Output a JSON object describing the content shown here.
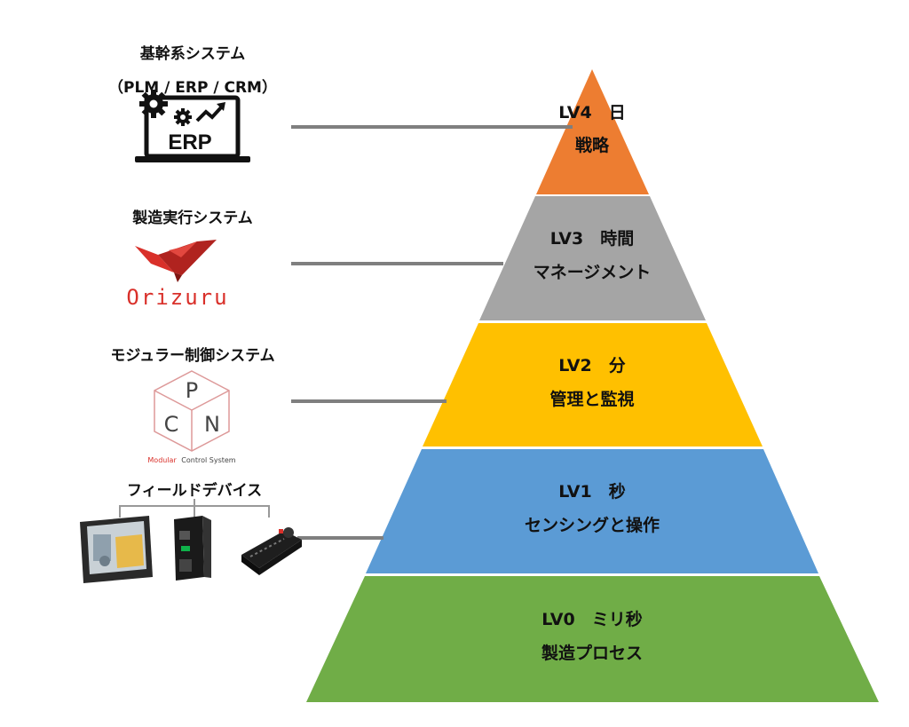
{
  "colors": {
    "lv4": "#ED7D31",
    "lv3": "#A5A5A5",
    "lv2": "#FFC000",
    "lv1": "#5B9BD5",
    "lv0": "#70AD47",
    "connector": "#7F7F7F",
    "orizuru_red": "#D9302A"
  },
  "levels": [
    {
      "line1": "LV4　日",
      "line2": "戦略"
    },
    {
      "line1": "LV3　時間",
      "line2": "マネージメント"
    },
    {
      "line1": "LV2　分",
      "line2": "管理と監視"
    },
    {
      "line1": "LV1　秒",
      "line2": "センシングと操作"
    },
    {
      "line1": "LV0　ミリ秒",
      "line2": "製造プロセス"
    }
  ],
  "systems": [
    {
      "title": "基幹系システム",
      "subtitle": "（PLM / ERP / CRM）",
      "logo_text": "ERP",
      "icon": "laptop-erp-icon"
    },
    {
      "title": "製造実行システム",
      "logo_text": "Orizuru",
      "icon": "orizuru-logo"
    },
    {
      "title": "モジュラー制御システム",
      "logo_word1": "Modular",
      "logo_word2": "Control System",
      "logo_letters": [
        "P",
        "C",
        "N"
      ],
      "icon": "modular-cube-logo"
    },
    {
      "title": "フィールドデバイス",
      "icon": "field-devices-image"
    }
  ]
}
